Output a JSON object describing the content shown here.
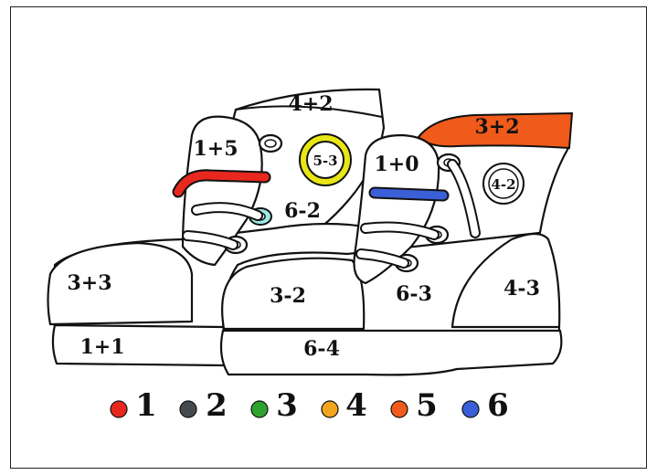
{
  "left_boot": {
    "tongue_label": "1+5",
    "collar_label": "4+2",
    "eyelet_label": "5-3",
    "side_label": "6-2",
    "toe_label": "3+3",
    "sole_label": "1+1"
  },
  "right_boot": {
    "tongue_label": "1+0",
    "collar_label": "3+2",
    "eyelet_label": "4-2",
    "toe_label": "3-2",
    "vamp_label": "6-3",
    "heel_label": "4-3",
    "sole_label": "6-4"
  },
  "colors": {
    "red": "#e8281e",
    "gray": "#454a4f",
    "green": "#2ea32e",
    "yellow": "#f2a51d",
    "orange": "#f05a1a",
    "blue": "#3a5fd6",
    "eyelet_yellow": "#e8e614",
    "eyelet_cyan": "#9fe8e3"
  },
  "legend": [
    {
      "number": "1",
      "color": "#e8281e",
      "name": "red"
    },
    {
      "number": "2",
      "color": "#454a4f",
      "name": "gray"
    },
    {
      "number": "3",
      "color": "#2ea32e",
      "name": "green"
    },
    {
      "number": "4",
      "color": "#f2a51d",
      "name": "yellow"
    },
    {
      "number": "5",
      "color": "#f05a1a",
      "name": "orange"
    },
    {
      "number": "6",
      "color": "#3a5fd6",
      "name": "blue"
    }
  ]
}
